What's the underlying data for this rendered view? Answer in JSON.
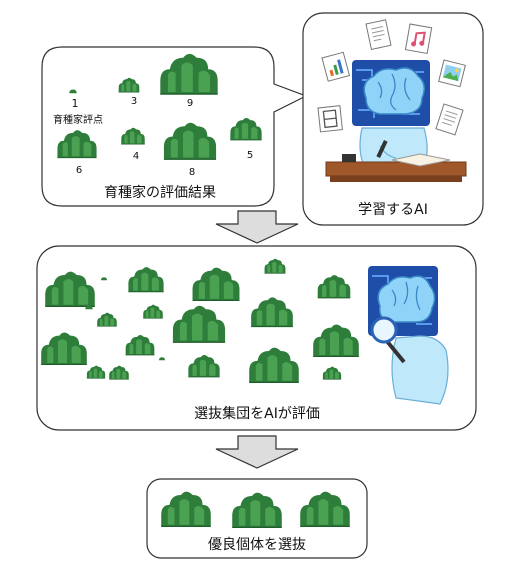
{
  "breeder_panel": {
    "caption": "育種家の評価結果",
    "score_label": "育種家評点",
    "scores": [
      "1",
      "3",
      "9",
      "6",
      "4",
      "8",
      "5"
    ]
  },
  "ai_panel": {
    "caption": "学習するAI"
  },
  "selection_panel": {
    "caption": "選抜集団をAIが評価"
  },
  "result_panel": {
    "caption": "優良個体を選抜"
  },
  "colors": {
    "plant_dark": "#2e7d3a",
    "plant_mid": "#3f9a48",
    "plant_light": "#5cb85c",
    "ai_blue": "#1f6fd1",
    "ai_face": "#cfeefc",
    "arrow_fill": "#dddddd"
  },
  "icons": [
    "document-icon",
    "music-note-icon",
    "bar-chart-icon",
    "image-icon",
    "film-icon",
    "text-document-icon",
    "brain-icon",
    "magnifier-icon"
  ]
}
